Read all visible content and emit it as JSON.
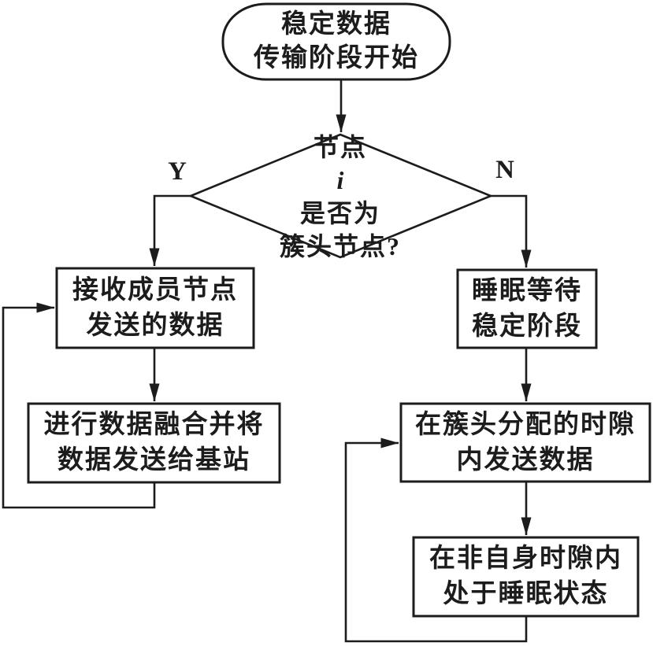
{
  "colors": {
    "stroke": "#1c1c1c",
    "background": "#ffffff",
    "text": "#1c1c1c"
  },
  "flowchart": {
    "start": {
      "line1": "稳定数据",
      "line2": "传输阶段开始"
    },
    "decision": {
      "line1_prefix": "节点",
      "line1_var": "i",
      "line1_suffix": "是否为",
      "line2": "簇头节点?"
    },
    "branch_yes_label": "Y",
    "branch_no_label": "N",
    "yes_step1": {
      "line1": "接收成员节点",
      "line2": "发送的数据"
    },
    "yes_step2": {
      "line1": "进行数据融合并将",
      "line2": "数据发送给基站"
    },
    "no_step1": {
      "line1": "睡眠等待",
      "line2": "稳定阶段"
    },
    "no_step2": {
      "line1": "在簇头分配的时隙",
      "line2": "内发送数据"
    },
    "no_step3": {
      "line1": "在非自身时隙内",
      "line2": "处于睡眠状态"
    }
  }
}
